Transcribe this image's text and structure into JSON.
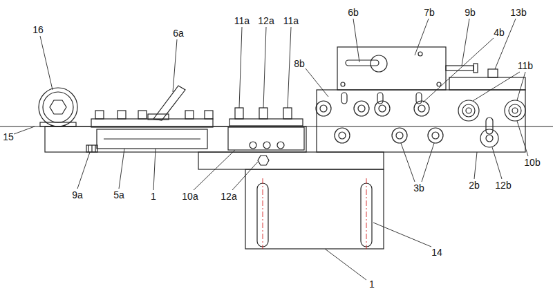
{
  "diagram": {
    "labels": [
      "16",
      "6a",
      "11a",
      "12a",
      "11a",
      "6b",
      "7b",
      "9b",
      "4b",
      "13b",
      "8b",
      "11b",
      "15",
      "10b",
      "12b",
      "9a",
      "5a",
      "1",
      "10a",
      "12a",
      "3b",
      "2b",
      "14",
      "1"
    ]
  }
}
